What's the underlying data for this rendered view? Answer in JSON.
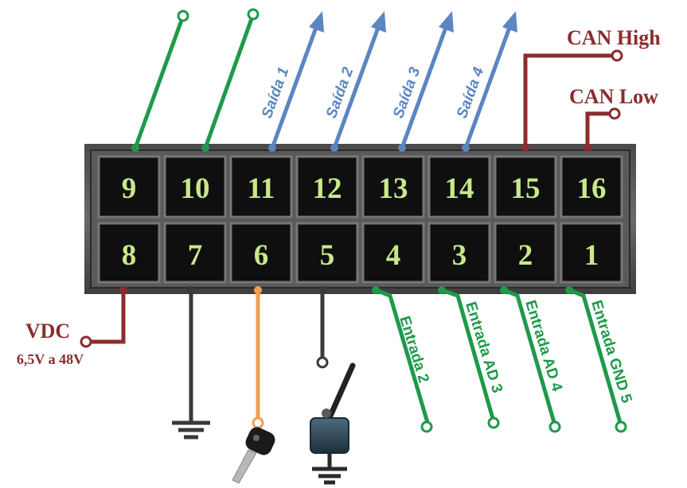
{
  "connector": {
    "top_row": [
      "9",
      "10",
      "11",
      "12",
      "13",
      "14",
      "15",
      "16"
    ],
    "bottom_row": [
      "8",
      "7",
      "6",
      "5",
      "4",
      "3",
      "2",
      "1"
    ]
  },
  "labels": {
    "can_high": "CAN High",
    "can_low": "CAN Low",
    "vdc": "VDC",
    "vdc_range": "6,5V a 48V",
    "saida1": "Saída 1",
    "saida2": "Saída 2",
    "saida3": "Saída 3",
    "saida4": "Saída 4",
    "entrada2": "Entrada 2",
    "entrada_ad3": "Entrada AD 3",
    "entrada_ad4": "Entrada AD 4",
    "entrada_gnd5": "Entrada GND 5"
  },
  "colors": {
    "green": "#1e9a4a",
    "blue": "#5b86c2",
    "red": "#8b2c2c",
    "orange": "#f0a050",
    "dark": "#3a3a3a"
  },
  "icons": [
    "ground-icon",
    "ignition-key-icon",
    "toggle-switch-icon"
  ]
}
